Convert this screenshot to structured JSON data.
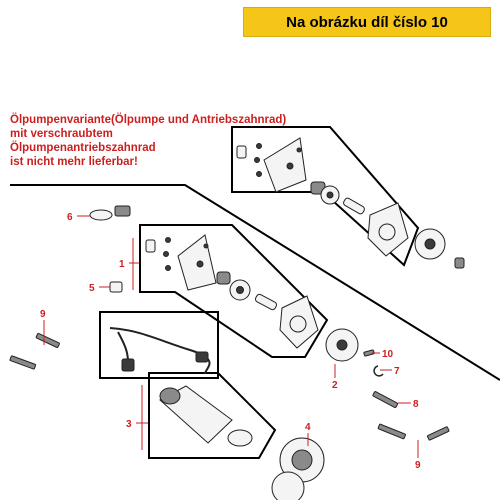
{
  "header": {
    "banner_text": "Na obrázku díl číslo 10",
    "banner_color": "#f5c518"
  },
  "notice": {
    "lines": [
      "Ölpumpenvariante(Ölpumpe und Antriebszahnrad)",
      "mit verschraubtem",
      "Ölpumpenantriebszahnrad",
      "ist nicht mehr lieferbar!"
    ],
    "color": "#cc1f1f"
  },
  "callouts": {
    "c1": "1",
    "c2": "2",
    "c3": "3",
    "c4": "4",
    "c5": "5",
    "c6": "6",
    "c7": "7",
    "c8": "8",
    "c9a": "9",
    "c9b": "9",
    "c10": "10",
    "color": "#cc1f1f"
  }
}
